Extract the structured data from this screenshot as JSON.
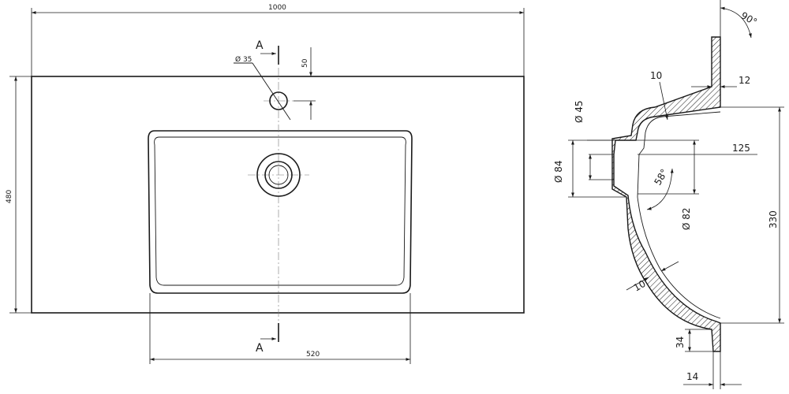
{
  "top_view": {
    "width_dim": "1000",
    "depth_dim": "480",
    "bowl_width_dim": "520",
    "tap_hole_dim": "Ø 35",
    "tap_offset_dim": "50",
    "section_mark_top": "A",
    "section_mark_bottom": "A"
  },
  "section_view": {
    "angle_top": "90°",
    "wall_dim_top": "10",
    "rim_dim": "12",
    "drain_upper_dim": "Ø 45",
    "drain_outer_dim": "Ø 84",
    "depth_offset_dim": "125",
    "drain_angle": "58°",
    "drain_inner_dim": "Ø 82",
    "height_dim": "330",
    "wall_dim_curve": "10",
    "edge_height_dim": "34",
    "edge_thickness_dim": "14"
  }
}
